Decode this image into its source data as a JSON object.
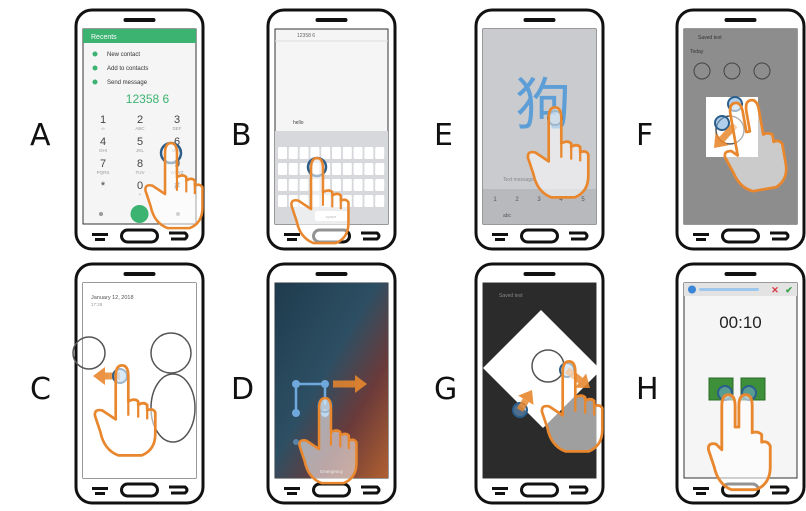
{
  "labels": {
    "a": "A",
    "b": "B",
    "c": "C",
    "d": "D",
    "e": "E",
    "f": "F",
    "g": "G",
    "h": "H"
  },
  "phone_a": {
    "header": "Recents",
    "menu": [
      "New contact",
      "Add to contacts",
      "Send message"
    ],
    "number": "12358 6",
    "keys": [
      {
        "digit": "1",
        "sub": "∞"
      },
      {
        "digit": "2",
        "sub": "ABC"
      },
      {
        "digit": "3",
        "sub": "DEF"
      },
      {
        "digit": "4",
        "sub": "GHI"
      },
      {
        "digit": "5",
        "sub": "JKL"
      },
      {
        "digit": "6",
        "sub": "MNO"
      },
      {
        "digit": "7",
        "sub": "PQRS"
      },
      {
        "digit": "8",
        "sub": "TUV"
      },
      {
        "digit": "9",
        "sub": "WXYZ"
      },
      {
        "digit": "*",
        "sub": ""
      },
      {
        "digit": "0",
        "sub": "+"
      },
      {
        "digit": "#",
        "sub": ""
      }
    ]
  },
  "phone_b": {
    "contact": "12358 6",
    "message": "hello",
    "space": "space"
  },
  "phone_c": {
    "date": "January 12, 2018",
    "time": "17:28"
  },
  "phone_d": {
    "footer": "Emergency"
  },
  "phone_e": {
    "char": "狗",
    "compose": "Text message",
    "keys": [
      "1",
      "2",
      "3",
      "4",
      "5"
    ],
    "ime": "abc"
  },
  "phone_f": {
    "title": "Saved text",
    "section": "Today"
  },
  "phone_g": {
    "title": "Saved text"
  },
  "phone_h": {
    "timer": "00:10",
    "close_symbol": "✕",
    "check_symbol": "✔"
  },
  "colors": {
    "finger": "#E8872E",
    "touch": "#2C5E8C",
    "accent": "#3CB371",
    "frame": "#111111"
  }
}
